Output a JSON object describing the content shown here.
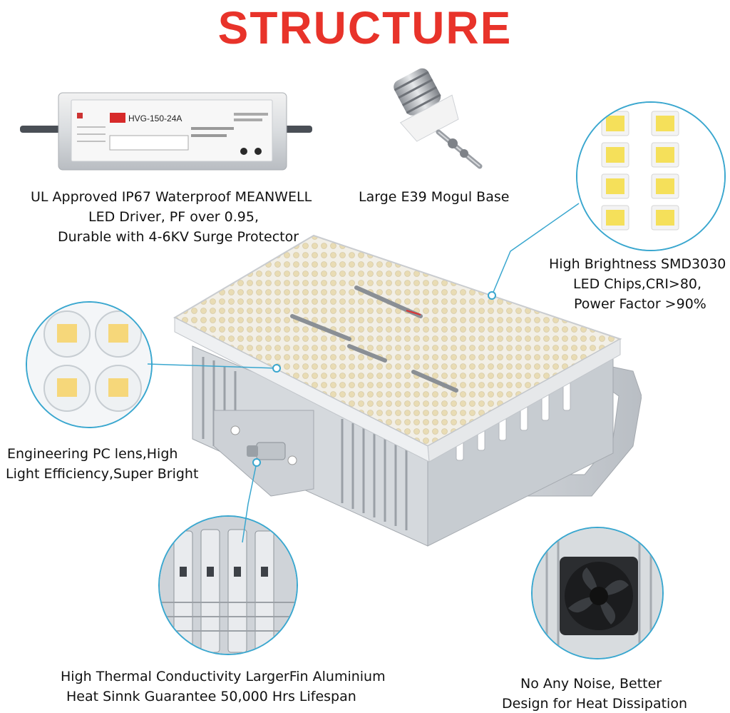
{
  "title": "STRUCTURE",
  "driver": {
    "model": "HVG-150-24A",
    "caption": [
      "UL Approved IP67 Waterproof MEANWELL",
      "LED Driver, PF over 0.95,",
      "Durable with 4-6KV Surge Protector"
    ]
  },
  "base": {
    "caption": [
      "Large E39 Mogul Base"
    ]
  },
  "chips": {
    "caption": [
      "High Brightness SMD3030",
      "LED Chips,CRI>80,",
      "Power Factor >90%"
    ]
  },
  "lens": {
    "caption": [
      "Engineering PC lens,High",
      "Light Efficiency,Super Bright"
    ]
  },
  "heatsink": {
    "caption": [
      "High Thermal Conductivity LargerFin Aluminium",
      "Heat Sinnk Guarantee 50,000 Hrs Lifespan"
    ]
  },
  "fan": {
    "caption": [
      "No Any Noise, Better",
      "Design for Heat Dissipation"
    ]
  },
  "colors": {
    "title": "#e8332a",
    "callout": "#3aa7cf"
  }
}
